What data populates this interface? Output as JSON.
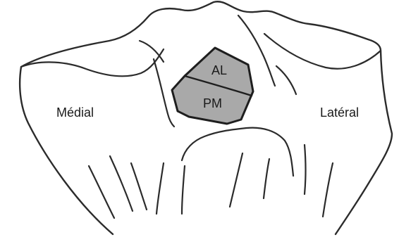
{
  "labels": {
    "medial": "Médial",
    "lateral": "Latéral",
    "anterolateral": "AL",
    "posteromedial": "PM"
  },
  "colors": {
    "stroke": "#2b2b2b",
    "region_fill": "#a9a9a9",
    "background": "#ffffff"
  }
}
